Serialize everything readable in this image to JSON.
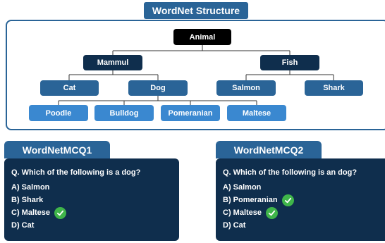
{
  "title": "WordNet Structure",
  "tree": {
    "root": "Animal",
    "level1": [
      "Mammul",
      "Fish"
    ],
    "level2": [
      "Cat",
      "Dog",
      "Salmon",
      "Shark"
    ],
    "level3": [
      "Poodle",
      "Bulldog",
      "Pomeranian",
      "Maltese"
    ]
  },
  "mcq1": {
    "tab": "WordNetMCQ1",
    "question": "Q. Which of the following is a dog?",
    "options": [
      "A) Salmon",
      "B) Shark",
      "C) Maltese",
      "D) Cat"
    ],
    "checked": [
      "C) Maltese"
    ]
  },
  "mcq2": {
    "tab": "WordNetMCQ2",
    "question": "Q. Which of the following is an dog?",
    "options": [
      "A) Salmon",
      "B) Pomeranian",
      "C) Maltese",
      "D) Cat"
    ],
    "checked": [
      "B) Pomeranian",
      "C) Maltese"
    ]
  },
  "colors": {
    "check": "#3fb54a",
    "accent": "#2a6497",
    "dark": "#0f2e4d",
    "light": "#3a88d0"
  },
  "icons": {
    "correct": "check-circle-icon"
  }
}
